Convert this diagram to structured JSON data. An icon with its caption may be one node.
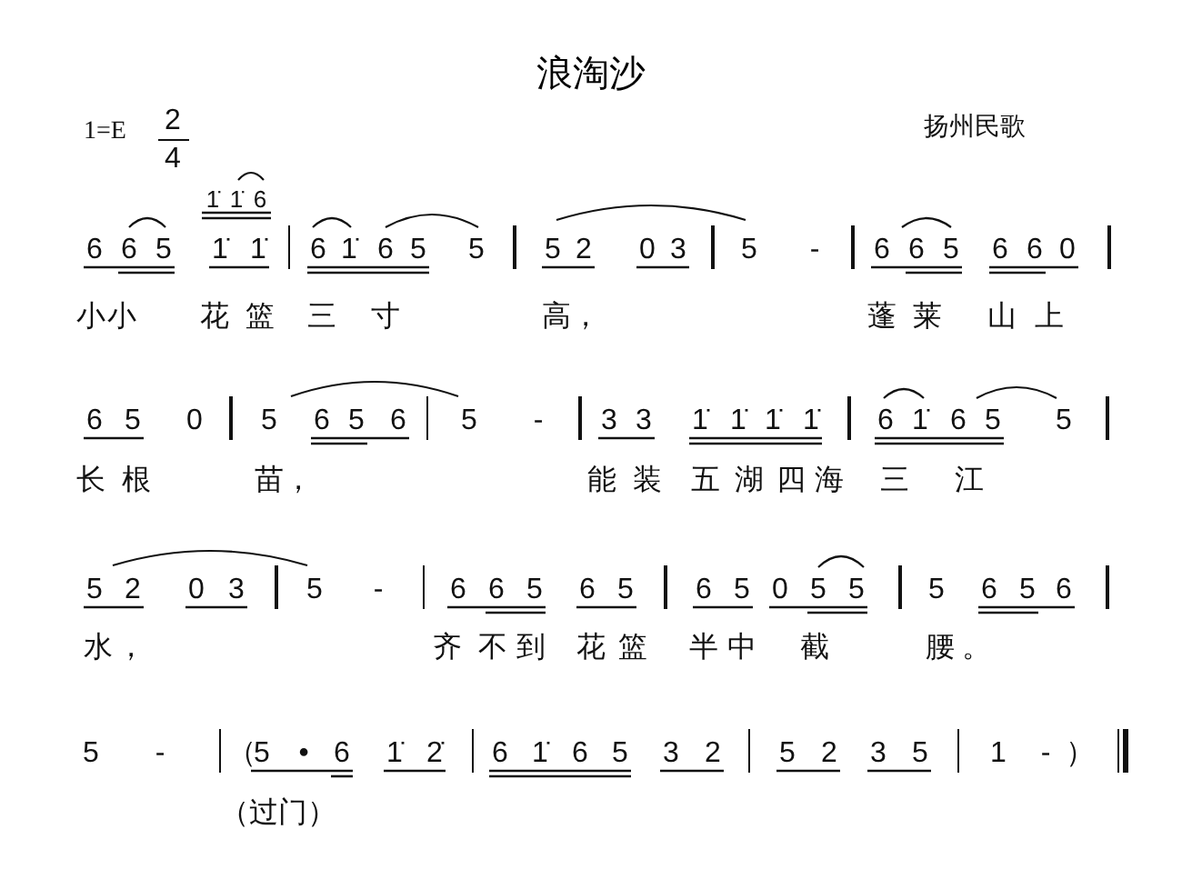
{
  "diagram": {
    "title": "浪淘沙",
    "labels": [
      "1=E",
      "2",
      "扬州民歌",
      "4",
      "1̇ 1̇ 6",
      "6 6 5",
      "1̇ 1̇",
      "6 1̇ 6 5",
      "5",
      "5 2",
      "0 3",
      "5",
      "-",
      "6 6 5",
      "6 6 0",
      "小小",
      "花篮",
      "三",
      "寸",
      "高，",
      "蓬莱",
      "山上",
      "6 5",
      "0",
      "5",
      "6 5 6",
      "5",
      "-",
      "3 3",
      "1̇ 1̇ 1̇ 1̇",
      "6 1̇ 6 5",
      "5",
      "长根",
      "苗，",
      "能装",
      "五湖四海",
      "三",
      "江",
      "5 2",
      "0 3",
      "5",
      "-",
      "6 6 5",
      "6 5",
      "6 5",
      "0 5 5",
      "5",
      "6 5 6",
      "水，",
      "齐不到",
      "花篮",
      "半中",
      "截",
      "腰。",
      "5",
      "-",
      "（",
      "5 • 6",
      "1̇ 2̇",
      "6 1̇ 6 5",
      "3 2",
      "5 2",
      "3 5",
      "1",
      "-",
      "）",
      "（过门）"
    ]
  }
}
